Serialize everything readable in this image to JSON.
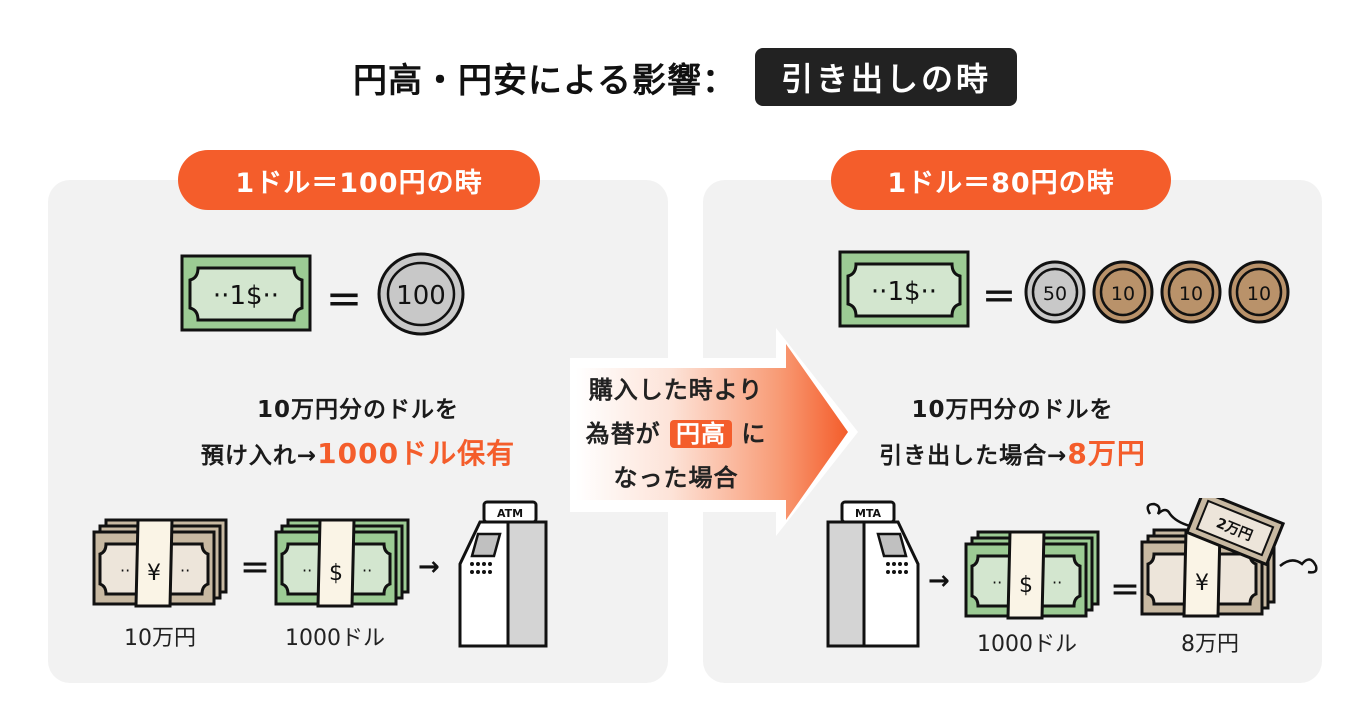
{
  "title": {
    "main": "円高・円安による影響：",
    "tag": "引き出しの時"
  },
  "left_panel": {
    "header": "1ドル＝100円の時",
    "bill_label": "··1$··",
    "equals": "＝",
    "coins": [
      {
        "value": "100",
        "type": "silver"
      }
    ],
    "desc_line1": "10万円分のドルを",
    "desc_line2_prefix": "預け入れ→",
    "desc_line2_highlight": "1000ドル保有",
    "flow": {
      "yen_stack_caption": "10万円",
      "equals": "＝",
      "dollar_stack_caption": "1000ドル",
      "arrow": "→",
      "atm_label": "ATM"
    }
  },
  "middle_arrow": {
    "line1": "購入した時より",
    "line2_prefix": "為替が",
    "line2_tag": "円高",
    "line2_suffix": "に",
    "line3": "なった場合"
  },
  "right_panel": {
    "header": "1ドル＝80円の時",
    "bill_label": "··1$··",
    "equals": "＝",
    "coins": [
      {
        "value": "50",
        "type": "silver"
      },
      {
        "value": "10",
        "type": "bronze"
      },
      {
        "value": "10",
        "type": "bronze"
      },
      {
        "value": "10",
        "type": "bronze"
      }
    ],
    "desc_line1": "10万円分のドルを",
    "desc_line2_prefix": "引き出した場合→",
    "desc_line2_highlight": "8万円",
    "flow": {
      "atm_label": "MTA",
      "arrow": "→",
      "dollar_stack_caption": "1000ドル",
      "equals": "＝",
      "yen_stack_caption": "8万円",
      "flying_bill_label": "2万円"
    }
  },
  "colors": {
    "accent": "#f45d2b",
    "panel_bg": "#f2f2f2",
    "title_tag_bg": "#222222",
    "dollar_green": "#9ccb94",
    "dollar_inner": "#d3e6cf",
    "yen_tan": "#c8b9a2",
    "band": "#faf4e6",
    "coin_silver": "#c8c8c8",
    "coin_bronze": "#b9926a"
  }
}
